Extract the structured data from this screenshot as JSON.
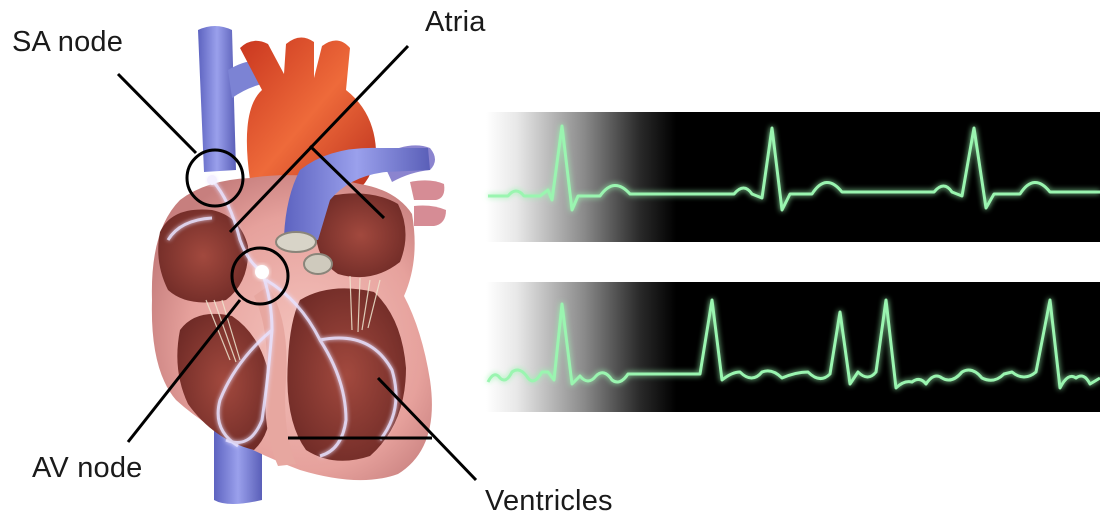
{
  "labels": {
    "sa_node": "SA node",
    "atria": "Atria",
    "av_node": "AV node",
    "ventricles": "Ventricles"
  },
  "colors": {
    "ecg_trace": "#8ff0a8",
    "ecg_glow": "#2aa84a",
    "strip_background": "#000000",
    "leader_lines": "#000000",
    "vessel_blue": "#7f86d6",
    "aorta_red": "#d8422a",
    "myocardium_pink": "#e9a7a3",
    "chamber_interior": "#8a3a33",
    "conduction_path": "#d9d2ff"
  },
  "icons": {
    "sa_node_marker": "circle-outline",
    "av_node_marker": "circle-outline"
  }
}
